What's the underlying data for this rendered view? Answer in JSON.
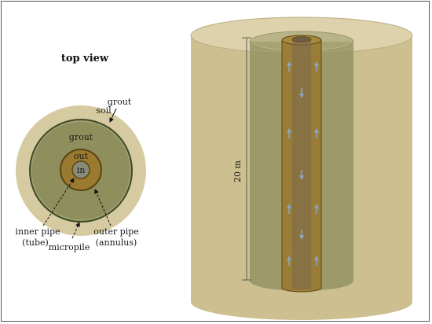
{
  "top_view": {
    "title": "top view",
    "labels": {
      "soil": "soil",
      "grout_outer": "grout",
      "grout_inner": "grout",
      "out": "out",
      "in": "in",
      "inner_pipe_line1": "inner pipe",
      "inner_pipe_line2": "(tube)",
      "outer_pipe_line1": "outer pipe",
      "outer_pipe_line2": "(annulus)",
      "micropile": "micropile"
    }
  },
  "side_view": {
    "depth_label": "20 m",
    "arrows": [
      {
        "lane": "left",
        "direction": "up"
      },
      {
        "lane": "center",
        "direction": "down"
      },
      {
        "lane": "right",
        "direction": "up"
      },
      {
        "lane": "left",
        "direction": "up"
      },
      {
        "lane": "right",
        "direction": "up"
      },
      {
        "lane": "center",
        "direction": "down"
      },
      {
        "lane": "left",
        "direction": "up"
      },
      {
        "lane": "right",
        "direction": "up"
      },
      {
        "lane": "center",
        "direction": "down"
      },
      {
        "lane": "left",
        "direction": "up"
      },
      {
        "lane": "right",
        "direction": "up"
      }
    ]
  },
  "colors": {
    "soil": "#d6caa0",
    "soil_side": "#cdbf90",
    "grout": "#8f8f5e",
    "annulus": "#9a7a2f",
    "tube": "#7a6a52",
    "arrow": "#8aa4c0"
  }
}
